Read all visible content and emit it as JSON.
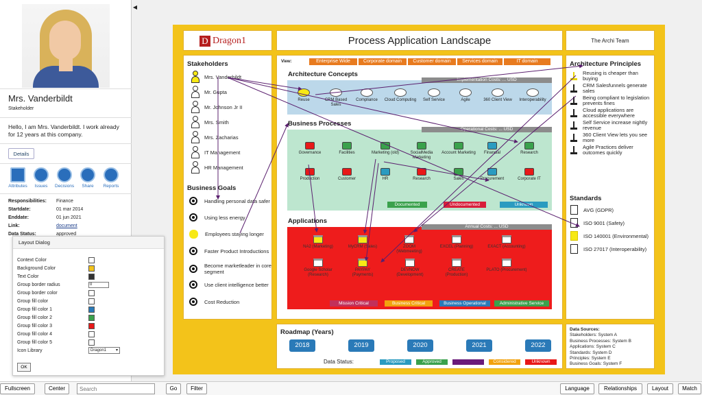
{
  "profile": {
    "name": "Mrs. Vanderbildt",
    "role": "Stakeholder",
    "bio": "Hello, I am Mrs. Vanderbildt. I work already for 12 years at this company.",
    "details_label": "Details",
    "toolbar": [
      "Attributes",
      "Issues",
      "Decisions",
      "Share",
      "Reports"
    ],
    "props": [
      {
        "k": "Responsibilities:",
        "v": "Finance"
      },
      {
        "k": "Startdate:",
        "v": "01 mar 2014"
      },
      {
        "k": "Enddate:",
        "v": "01 jun 2021"
      },
      {
        "k": "Link:",
        "v": "document"
      },
      {
        "k": "Data Status:",
        "v": "approved"
      }
    ]
  },
  "dialog": {
    "title": "Layout Dialog",
    "options": [
      "Context Color",
      "Background Color",
      "Text Color",
      "Group border radius",
      "Group border color",
      "Group fill color",
      "Group fill color 1",
      "Group fill color 2",
      "Group fill color 3",
      "Group fill color 4",
      "Group fill color 5",
      "Icon Library"
    ],
    "swatches": [
      "#ffffff",
      "#f3c31a",
      "#333333",
      "",
      "#ffffff",
      "#ffffff",
      "#2a7ab8",
      "#3aa14c",
      "#e81818",
      "#ffffff",
      "#ffffff"
    ],
    "border_radius_value": "0",
    "icon_library": "Dragon1",
    "ok_label": "OK"
  },
  "bottombar": {
    "fullscreen": "Fullscreen",
    "center": "Center",
    "search_placeholder": "Search",
    "go": "Go",
    "filter": "Filter",
    "language": "Language",
    "relationships": "Relationships",
    "layout": "Layout",
    "match": "Match"
  },
  "board": {
    "logo": "Dragon1",
    "title": "Process Application Landscape",
    "team": "The Archi Team",
    "view_label": "View:",
    "views": [
      "Enterprise Wide",
      "Corporate domain",
      "Customer domain",
      "Services domain",
      "IT domain"
    ],
    "stakeholders_title": "Stakeholders",
    "stakeholders": [
      "Mrs. Vanderbildt",
      "Mr. Gupta",
      "Mr. Johnson Jr II",
      "Mrs. Smith",
      "Mrs. Zacharias",
      "IT Management",
      "HR Management"
    ],
    "goals_title": "Business Goals",
    "goals": [
      "Handling personal data safer",
      "Using less energy",
      "Employees staying longer",
      "Faster Product Introductions",
      "Become marketleader in core segment",
      "Use client intelligence better",
      "Cost Reduction"
    ],
    "concepts_title": "Architecture Concepts",
    "concepts_cost": "Implementation Costs: ... USD",
    "concepts": [
      "Reuse",
      "CRM Based Sales",
      "Compliance",
      "Cloud Computing",
      "Self Service",
      "Agile",
      "360 Client View",
      "Interoperability"
    ],
    "processes_title": "Business Processes",
    "processes_cost": "Operational Costs: ... USD",
    "processes_row1": [
      "Governance",
      "Facilities",
      "Marketing (old)",
      "SocialMedia Marketing",
      "Account Marketing",
      "Financial",
      "Research"
    ],
    "processes_row2": [
      "Production",
      "Customer",
      "HR",
      "Research",
      "Sales",
      "Procurement",
      "Corporate IT"
    ],
    "processes_legend": [
      "Documented",
      "Undocumented",
      "Unknown"
    ],
    "apps_title": "Applications",
    "apps_cost": "Annual Costs: ... USD",
    "apps_row1": [
      "NA2 (Marketing)",
      "MyCRM (Sales)",
      "ZOOM (Webmeeting)",
      "EXCEL (Planning)",
      "EXACT (Accounting)"
    ],
    "apps_row2": [
      "Google Scholar (Research)",
      "PAYPAY (Payments)",
      "DEVNOW (Development)",
      "CREATE (Production)",
      "PLATO (Procurement)"
    ],
    "apps_legend": [
      "Mission Critical",
      "Business Critical",
      "Business Operational",
      "Administrative Service"
    ],
    "principles_title": "Architecture Principles",
    "principles": [
      "Reusing is cheaper than buying",
      "CRM Salesfunnels generate sales",
      "Being compliant to legislation prevents fines",
      "Cloud applications are accessible everywhere",
      "Self Service increase nightly revenue",
      "360 Client View lets you see more",
      "Agile Practices deliver outcomes quickly"
    ],
    "standards_title": "Standards",
    "standards": [
      "AVG (GDPR)",
      "ISO 9001 (Safety)",
      "ISO 140001 (Environmental)",
      "ISO 27017 (Interoperability)"
    ],
    "roadmap_title": "Roadmap (Years)",
    "years": [
      "2018",
      "2019",
      "2020",
      "2021",
      "2022"
    ],
    "data_status_label": "Data Status:",
    "data_status": [
      "Proposed",
      "Approved",
      "",
      "Considered",
      "Unknown"
    ],
    "sources": [
      "Data Sources:",
      "Stakeholders: System A",
      "Business Processes: System B",
      "Applications: System C",
      "Standards: System D",
      "Principles: System E",
      "Business Goals: System F"
    ]
  },
  "colors": {
    "board": "#f3c31a",
    "concepts_bg": "#bcd8ea",
    "processes_bg": "#bde6cf",
    "apps_bg": "#ee1c1c",
    "year_button": "#2a7ab8",
    "view_button": "#e87b1f"
  }
}
